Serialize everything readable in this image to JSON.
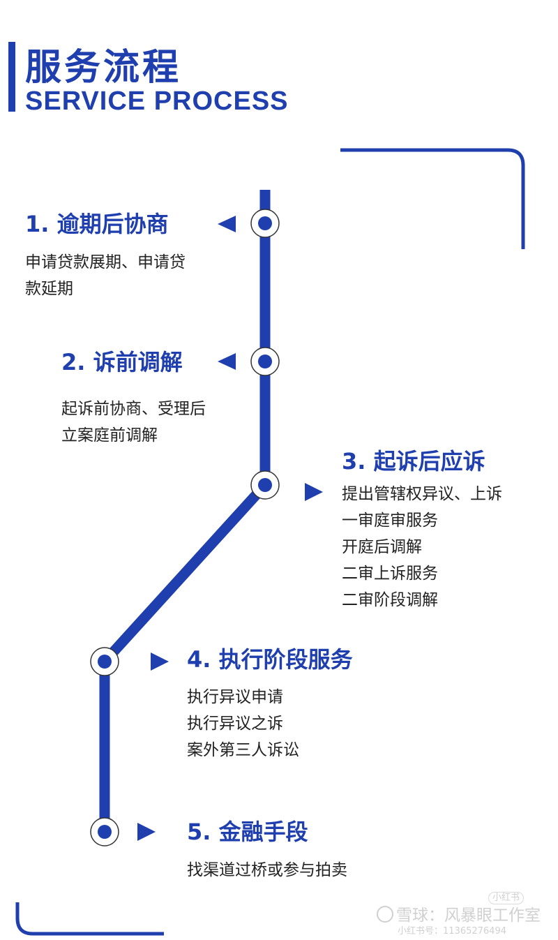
{
  "header": {
    "title": "服务流程",
    "subtitle": "SERVICE PROCESS"
  },
  "accent_color": "#1f3fae",
  "steps": [
    {
      "title": "1. 逾期后协商",
      "lines": [
        "申请贷款展期、申请贷",
        "款延期"
      ]
    },
    {
      "title": "2. 诉前调解",
      "lines": [
        "起诉前协商、受理后",
        "立案庭前调解"
      ]
    },
    {
      "title": "3. 起诉后应诉",
      "lines": [
        "提出管辖权异议、上诉",
        "一审庭审服务",
        "开庭后调解",
        "二审上诉服务",
        "二审阶段调解"
      ]
    },
    {
      "title": "4. 执行阶段服务",
      "lines": [
        "执行异议申请",
        "执行异议之诉",
        "案外第三人诉讼"
      ]
    },
    {
      "title": "5. 金融手段",
      "lines": [
        "找渠道过桥或参与拍卖"
      ]
    }
  ],
  "watermark": {
    "main": "雪球：风暴眼工作室",
    "sub": "小红书号：11365276494",
    "badge": "小红书"
  }
}
